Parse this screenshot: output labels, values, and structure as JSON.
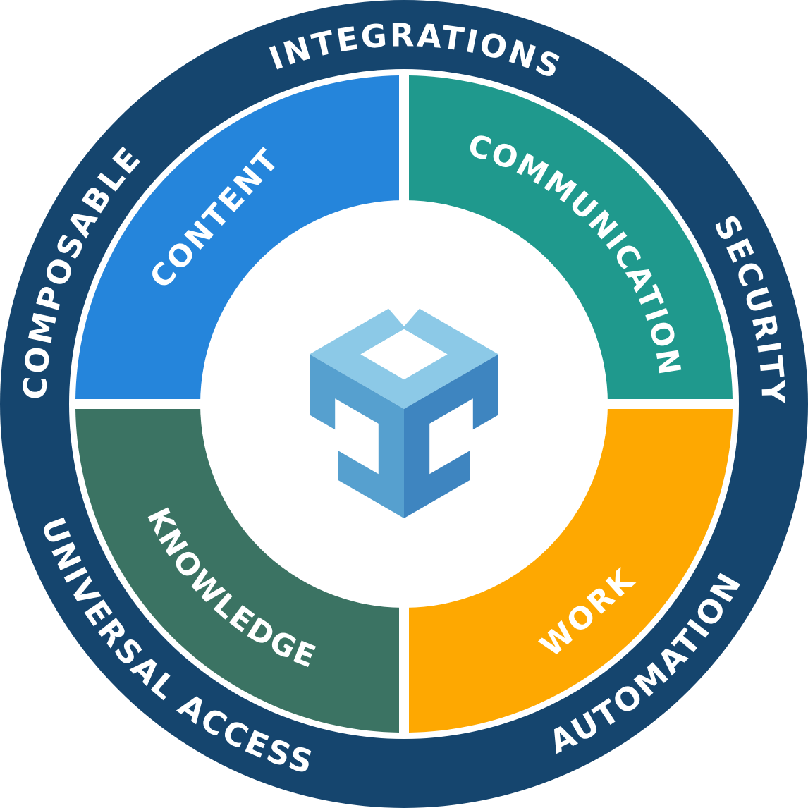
{
  "diagram": {
    "name": "composable-platform-wheel",
    "colors": {
      "navy": "#15456E",
      "white": "#FFFFFF",
      "blue": "#2585DB",
      "teal": "#1F998D",
      "green": "#3B7363",
      "orange": "#FEA801",
      "logo_top": "#8CC9E7",
      "logo_left": "#56A0CF",
      "logo_right": "#3E85C0"
    },
    "ring": {
      "top": "INTEGRATIONS",
      "right": "SECURITY",
      "bottom_right": "AUTOMATION",
      "bottom_left": "UNIVERSAL ACCESS",
      "left": "COMPOSABLE"
    },
    "quadrants": [
      {
        "id": "content",
        "label": "CONTENT",
        "color": "#2585DB",
        "position": "top-left"
      },
      {
        "id": "communication",
        "label": "COMMUNICATION",
        "color": "#1F998D",
        "position": "top-right"
      },
      {
        "id": "knowledge",
        "label": "KNOWLEDGE",
        "color": "#3B7363",
        "position": "bottom-left"
      },
      {
        "id": "work",
        "label": "WORK",
        "color": "#FEA801",
        "position": "bottom-right"
      }
    ],
    "logo": {
      "name": "cube-logo"
    }
  }
}
